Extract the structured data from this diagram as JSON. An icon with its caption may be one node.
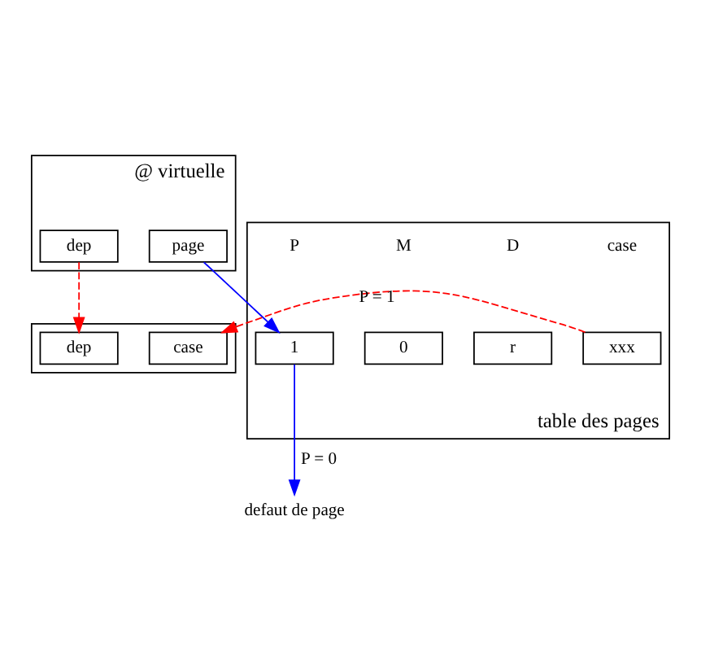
{
  "diagram": {
    "nodes": [
      {
        "text": [
          "@ virtuelle"
        ]
      },
      {
        "text": [
          "page"
        ],
        "in": 0
      },
      {
        "text": [
          "dep"
        ],
        "in": 0
      },
      {
        "text": [
          "table des pages"
        ]
      },
      {
        "text": [
          "1"
        ],
        "in": 3
      },
      {
        "text": [
          "0"
        ],
        "in": 3
      },
      {
        "text": [
          "r"
        ],
        "in": 3
      },
      {
        "text": [
          "xxx"
        ],
        "in": 3
      },
      {
        "text": [],
        "shape": "box"
      },
      {
        "text": [
          "case"
        ],
        "in": 8
      },
      {
        "text": [
          "dep"
        ],
        "in": 8
      },
      {
        "text": [
          "defaut de page"
        ]
      }
    ],
    "edges": [
      {
        "from": 1,
        "to": 4,
        "arrow": "to",
        "color": "#0000ff"
      },
      {
        "from": 2,
        "to": 10,
        "arrow": "to",
        "style": "dashed",
        "color": "#ff0000"
      },
      {
        "from": 7,
        "to": 9,
        "arrow": "to",
        "label": "P = 1",
        "style": "dashed",
        "color": "#ff0000"
      },
      {
        "from": 4,
        "to": 11,
        "arrow": "to",
        "label": "P = 0",
        "color": "#0000ff"
      }
    ],
    "labels": [
      "P",
      "M",
      "D",
      "case"
    ]
  }
}
